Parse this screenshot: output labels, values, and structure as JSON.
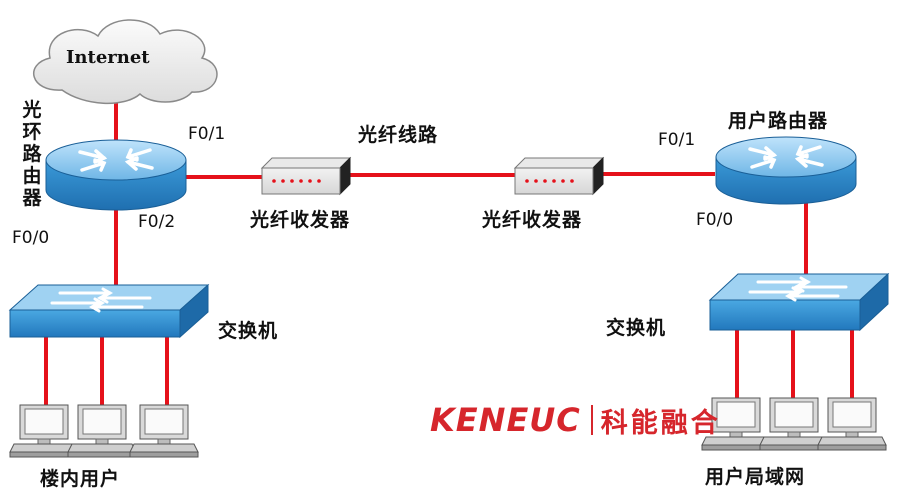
{
  "nodes": {
    "internet": "Internet",
    "ring_router": "光环路由器",
    "user_router": "用户路由器",
    "transceiver_left": "光纤收发器",
    "transceiver_right": "光纤收发器",
    "fiber_line": "光纤线路",
    "switch_left": "交换机",
    "switch_right": "交换机",
    "building_users": "楼内用户",
    "user_lan": "用户局域网"
  },
  "ports": {
    "ring_f01": "F0/1",
    "ring_f02": "F0/2",
    "ring_f00": "F0/0",
    "user_f01": "F0/1",
    "user_f00": "F0/0"
  },
  "watermark": {
    "en": "KENEUC",
    "cn": "科能融合"
  },
  "colors": {
    "link": "#e5111a",
    "device_blue": "#2b8fd0",
    "device_light": "#8dc8ee",
    "brand": "#d6262c"
  }
}
